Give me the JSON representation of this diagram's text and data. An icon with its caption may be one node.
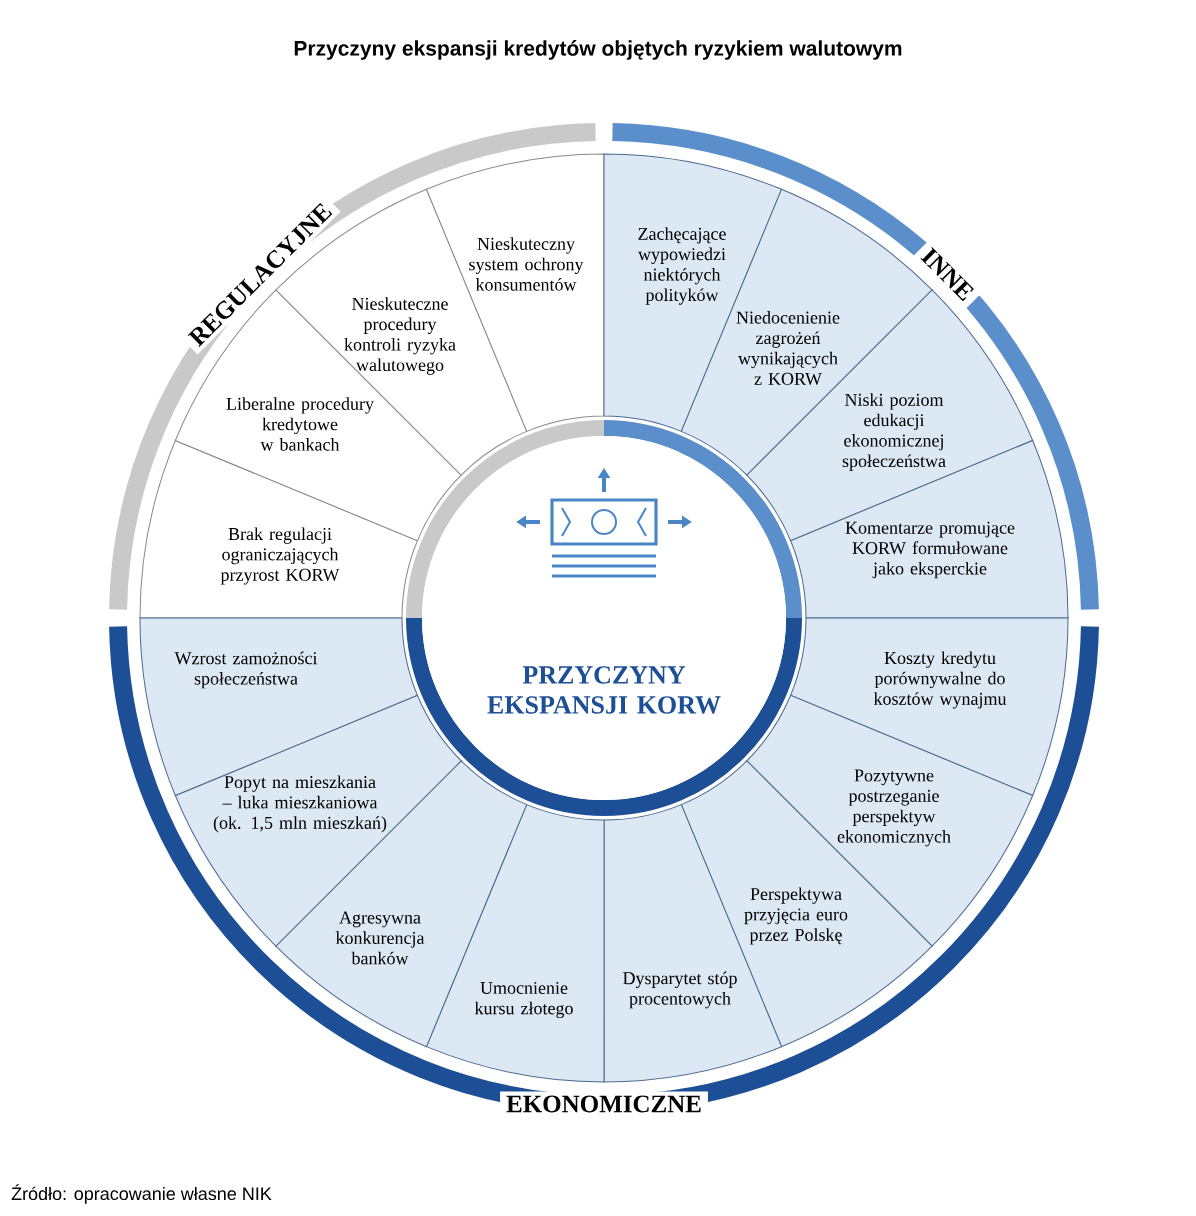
{
  "diagram": {
    "title": "Przyczyny ekspansji kredytów objętych ryzykiem walutowym",
    "caption": "Źródło: opracowanie własne NIK",
    "nodes": [
      {
        "text": [
          "PRZYCZYNY EKSPANSJI KORW"
        ]
      },
      {
        "text": [
          "REGULACYJNE"
        ]
      },
      {
        "text": [
          "Brak regulacji ograniczających przyrost KORW"
        ],
        "in": 1
      },
      {
        "text": [
          "Liberalne procedury kredytowe w bankach"
        ],
        "in": 1
      },
      {
        "text": [
          "Nieskuteczne procedury kontroli ryzyka walutowego"
        ],
        "in": 1
      },
      {
        "text": [
          "Nieskuteczny system ochrony konsumentów"
        ],
        "in": 1
      },
      {
        "text": [
          "INNE"
        ]
      },
      {
        "text": [
          "Zachęcające wypowiedzi niektórych polityków"
        ],
        "in": 6
      },
      {
        "text": [
          "Niedocenienie zagrożeń wynikających z KORW"
        ],
        "in": 6
      },
      {
        "text": [
          "Niski poziom edukacji ekonomicznej społeczeństwa"
        ],
        "in": 6
      },
      {
        "text": [
          "Komentarze promujące KORW formułowane jako eksperckie"
        ],
        "in": 6
      },
      {
        "text": [
          "EKONOMICZNE"
        ]
      },
      {
        "text": [
          "Koszty kredytu porównywalne do kosztów wynajmu"
        ],
        "in": 11
      },
      {
        "text": [
          "Pozytywne postrzeganie perspektyw ekonomicznych"
        ],
        "in": 11
      },
      {
        "text": [
          "Perspektywa przyjęcia euro przez Polskę"
        ],
        "in": 11
      },
      {
        "text": [
          "Dysparytet stóp procentowych"
        ],
        "in": 11
      },
      {
        "text": [
          "Umocnienie kursu złotego"
        ],
        "in": 11
      },
      {
        "text": [
          "Agresywna konkurencja banków"
        ],
        "in": 11
      },
      {
        "text": [
          "Popyt na mieszkania – luka mieszkaniowa (ok. 1,5 mln mieszkań)"
        ],
        "in": 11
      },
      {
        "text": [
          "Wzrost zamożności społeczeństwa"
        ],
        "in": 11
      }
    ]
  }
}
